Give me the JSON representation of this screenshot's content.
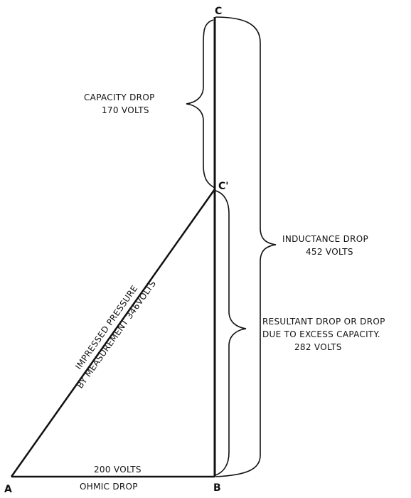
{
  "points": {
    "a": "A",
    "b": "B",
    "c": "C",
    "c_prime": "C'"
  },
  "labels": {
    "capacity_drop": {
      "line1": "CAPACITY DROP",
      "line2": "170 VOLTS"
    },
    "inductance_drop": {
      "line1": "INDUCTANCE DROP",
      "line2": "452 VOLTS"
    },
    "resultant_drop": {
      "line1": "RESULTANT DROP OR DROP",
      "line2": "DUE TO EXCESS CAPACITY.",
      "line3": "282 VOLTS"
    },
    "impressed_pressure": {
      "line1": "IMPRESSED PRESSURE",
      "line2": "BY MEASUREMENT 346VOLTS"
    },
    "ohmic_volts": "200 VOLTS",
    "ohmic_drop": "OHMIC DROP"
  }
}
